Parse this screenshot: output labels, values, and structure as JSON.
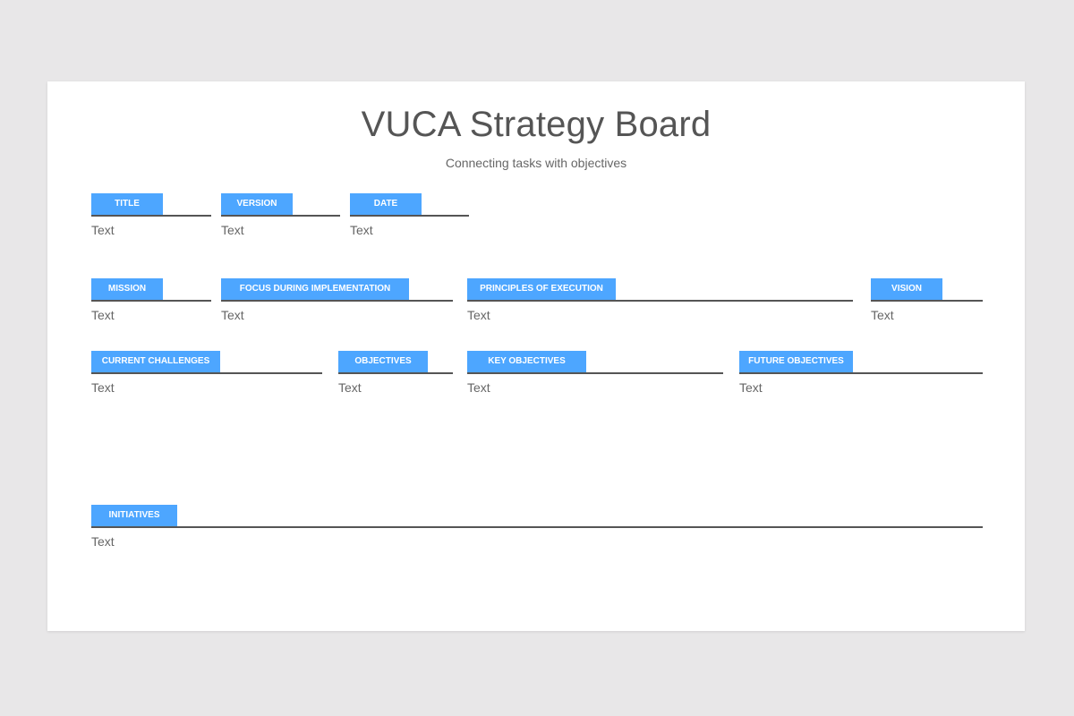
{
  "board": {
    "title": "VUCA Strategy Board",
    "subtitle": "Connecting tasks with objectives",
    "accent_color": "#4da6ff",
    "line_color": "#555555",
    "fields": {
      "title": {
        "label": "TITLE",
        "value": "Text"
      },
      "version": {
        "label": "VERSION",
        "value": "Text"
      },
      "date": {
        "label": "DATE",
        "value": "Text"
      },
      "mission": {
        "label": "MISSION",
        "value": "Text"
      },
      "focus": {
        "label": "FOCUS DURING IMPLEMENTATION",
        "value": "Text"
      },
      "principles": {
        "label": "PRINCIPLES OF EXECUTION",
        "value": "Text"
      },
      "vision": {
        "label": "VISION",
        "value": "Text"
      },
      "current_challenges": {
        "label": "CURRENT CHALLENGES",
        "value": "Text"
      },
      "objectives": {
        "label": "OBJECTIVES",
        "value": "Text"
      },
      "key_objectives": {
        "label": "KEY OBJECTIVES",
        "value": "Text"
      },
      "future_objectives": {
        "label": "FUTURE OBJECTIVES",
        "value": "Text"
      },
      "initiatives": {
        "label": "INITIATIVES",
        "value": "Text"
      }
    }
  }
}
